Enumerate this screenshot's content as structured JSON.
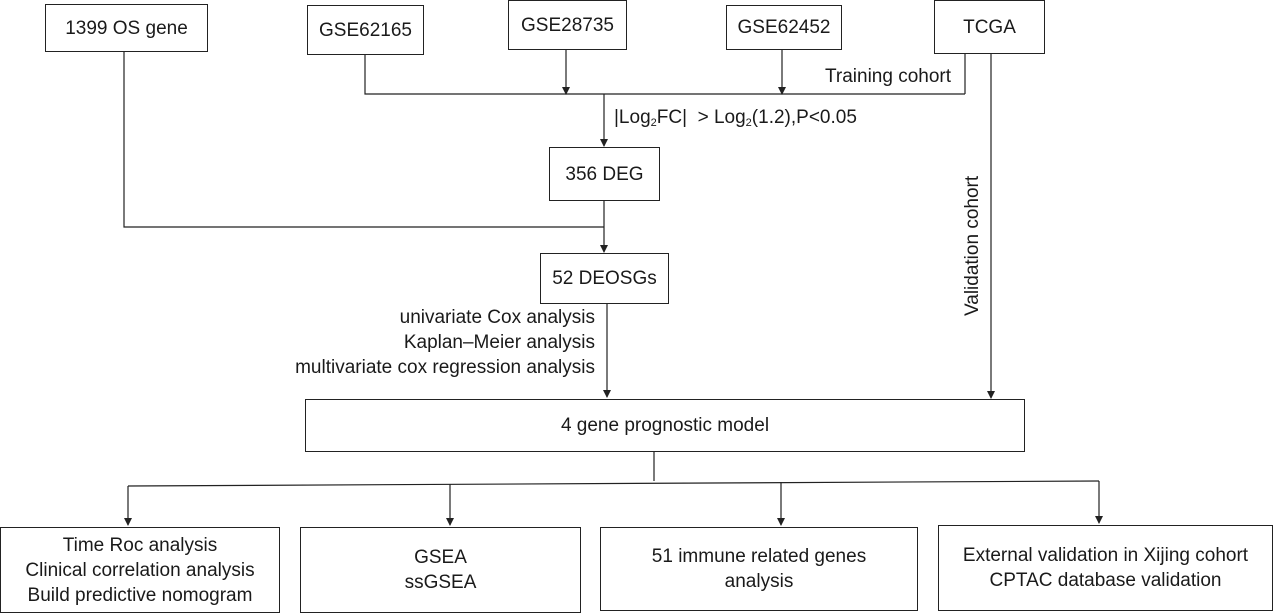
{
  "boxes": {
    "os_gene": "1399 OS gene",
    "gse62165": "GSE62165",
    "gse28735": "GSE28735",
    "gse62452": "GSE62452",
    "tcga": "TCGA",
    "deg": "356 DEG",
    "deosgs": "52 DEOSGs",
    "model": "4 gene prognostic model",
    "time_roc": [
      "Time Roc analysis",
      "Clinical correlation analysis",
      "Build predictive nomogram"
    ],
    "gsea": [
      "GSEA",
      "ssGSEA"
    ],
    "immune": [
      "51 immune related genes",
      "analysis"
    ],
    "external": [
      "External validation in Xijing cohort",
      "CPTAC database validation"
    ]
  },
  "labels": {
    "training_cohort": "Training cohort",
    "validation_cohort": "Validation cohort",
    "deg_criteria": {
      "part1": "|Log",
      "sub1": "2",
      "part2": "FC|  > Log",
      "sub2": "2",
      "part3": "(1.2),P<0.05"
    },
    "analysis_steps": [
      "univariate Cox analysis",
      "Kaplan–Meier analysis",
      "multivariate cox regression analysis"
    ]
  },
  "colors": {
    "line": "#222222",
    "text": "#1a1a1a"
  }
}
